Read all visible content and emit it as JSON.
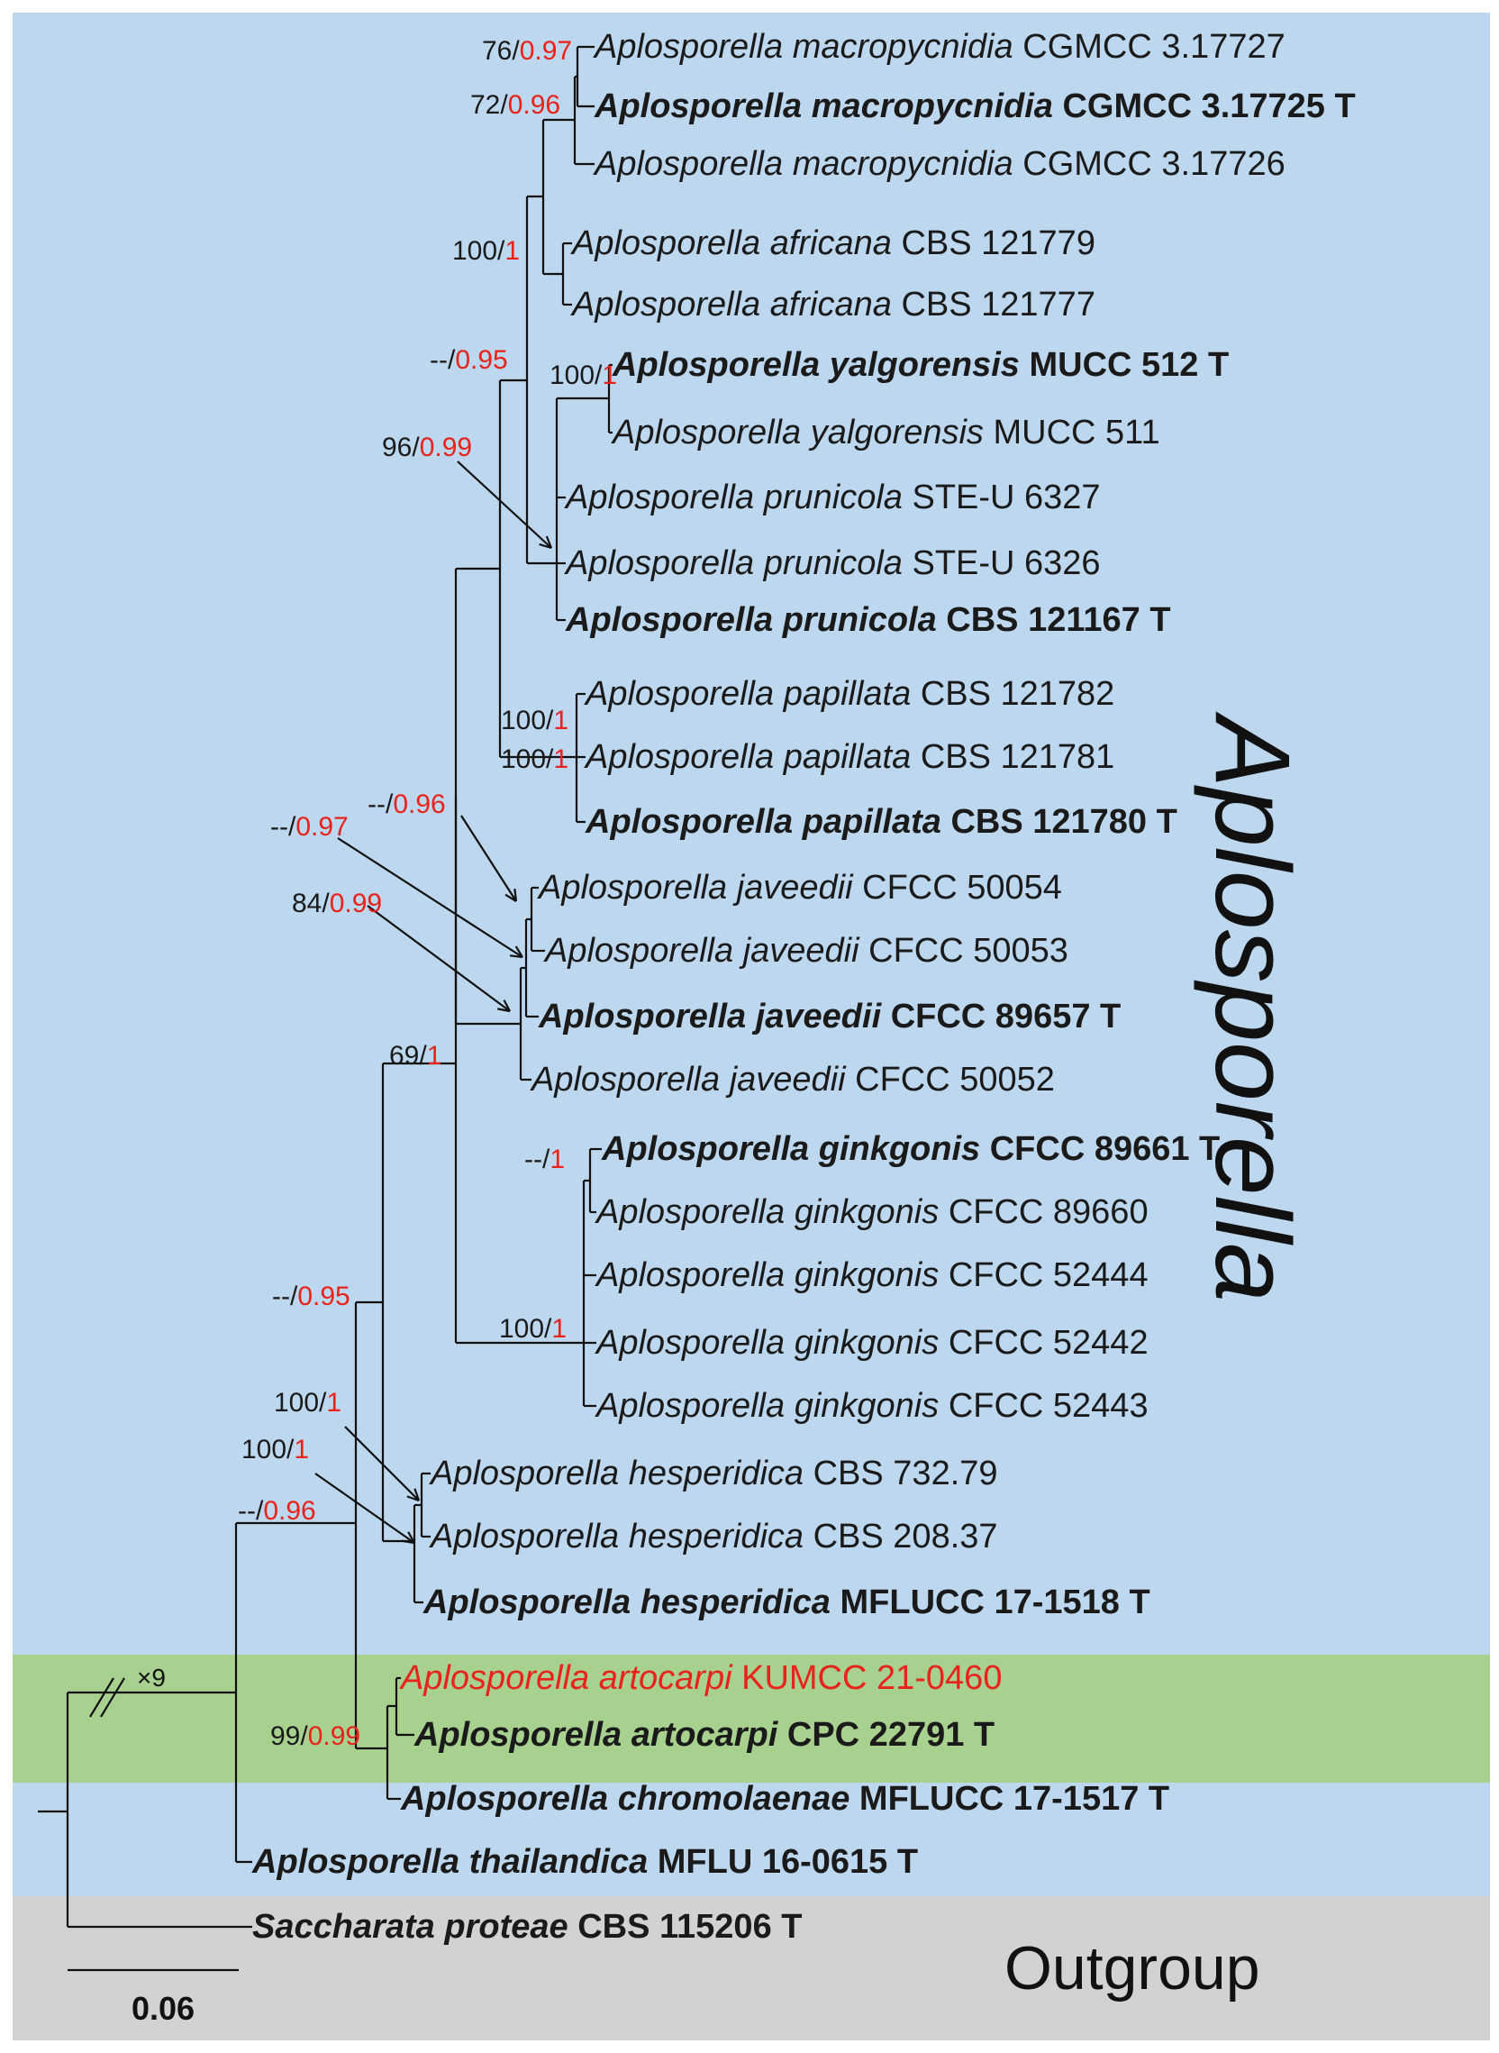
{
  "colors": {
    "ingroup_band": "#bcd7ee",
    "highlight_band": "#a8d18f",
    "outgroup_band": "#d2d2d2",
    "branch": "#111111",
    "bayesian": "#e8231c"
  },
  "clade_label": "Aplosporella",
  "outgroup_label": "Outgroup",
  "scale_bar": {
    "label": "0.06"
  },
  "long_branch_marker": "×9",
  "taxa": [
    {
      "genus": "Aplosporella",
      "species": "macropycnidia",
      "strain": "CGMCC 3.17727",
      "type": false,
      "highlight": false
    },
    {
      "genus": "Aplosporella",
      "species": "macropycnidia",
      "strain": "CGMCC 3.17725 T",
      "type": true,
      "highlight": false
    },
    {
      "genus": "Aplosporella",
      "species": "macropycnidia",
      "strain": "CGMCC 3.17726",
      "type": false,
      "highlight": false
    },
    {
      "genus": "Aplosporella",
      "species": "africana",
      "strain": "CBS 121779",
      "type": false,
      "highlight": false
    },
    {
      "genus": "Aplosporella",
      "species": "africana",
      "strain": "CBS 121777",
      "type": false,
      "highlight": false
    },
    {
      "genus": "Aplosporella",
      "species": "yalgorensis",
      "strain": "MUCC 512 T",
      "type": true,
      "highlight": false
    },
    {
      "genus": "Aplosporella",
      "species": "yalgorensis",
      "strain": "MUCC 511",
      "type": false,
      "highlight": false
    },
    {
      "genus": "Aplosporella",
      "species": "prunicola",
      "strain": "STE-U 6327",
      "type": false,
      "highlight": false
    },
    {
      "genus": "Aplosporella",
      "species": "prunicola",
      "strain": "STE-U 6326",
      "type": false,
      "highlight": false
    },
    {
      "genus": "Aplosporella",
      "species": "prunicola",
      "strain": "CBS 121167 T",
      "type": true,
      "highlight": false
    },
    {
      "genus": "Aplosporella",
      "species": "papillata",
      "strain": "CBS 121782",
      "type": false,
      "highlight": false
    },
    {
      "genus": "Aplosporella",
      "species": "papillata",
      "strain": "CBS 121781",
      "type": false,
      "highlight": false
    },
    {
      "genus": "Aplosporella",
      "species": "papillata",
      "strain": "CBS 121780 T",
      "type": true,
      "highlight": false
    },
    {
      "genus": "Aplosporella",
      "species": "javeedii",
      "strain": "CFCC 50054",
      "type": false,
      "highlight": false
    },
    {
      "genus": "Aplosporella",
      "species": "javeedii",
      "strain": "CFCC 50053",
      "type": false,
      "highlight": false
    },
    {
      "genus": "Aplosporella",
      "species": "javeedii",
      "strain": "CFCC 89657 T",
      "type": true,
      "highlight": false
    },
    {
      "genus": "Aplosporella",
      "species": "javeedii",
      "strain": "CFCC 50052",
      "type": false,
      "highlight": false
    },
    {
      "genus": "Aplosporella",
      "species": "ginkgonis",
      "strain": "CFCC 89661 T",
      "type": true,
      "highlight": false
    },
    {
      "genus": "Aplosporella",
      "species": "ginkgonis",
      "strain": "CFCC 89660",
      "type": false,
      "highlight": false
    },
    {
      "genus": "Aplosporella",
      "species": "ginkgonis",
      "strain": "CFCC 52444",
      "type": false,
      "highlight": false
    },
    {
      "genus": "Aplosporella",
      "species": "ginkgonis",
      "strain": "CFCC 52442",
      "type": false,
      "highlight": false
    },
    {
      "genus": "Aplosporella",
      "species": "ginkgonis",
      "strain": "CFCC 52443",
      "type": false,
      "highlight": false
    },
    {
      "genus": "Aplosporella",
      "species": "hesperidica",
      "strain": "CBS 732.79",
      "type": false,
      "highlight": false
    },
    {
      "genus": "Aplosporella",
      "species": "hesperidica",
      "strain": "CBS 208.37",
      "type": false,
      "highlight": false
    },
    {
      "genus": "Aplosporella",
      "species": "hesperidica",
      "strain": "MFLUCC 17-1518 T",
      "type": true,
      "highlight": false
    },
    {
      "genus": "Aplosporella",
      "species": "artocarpi",
      "strain": " KUMCC 21-0460",
      "type": false,
      "highlight": true
    },
    {
      "genus": "Aplosporella",
      "species": "artocarpi",
      "strain": "CPC 22791 T",
      "type": true,
      "highlight": false
    },
    {
      "genus": "Aplosporella",
      "species": "chromolaenae",
      "strain": "MFLUCC 17-1517 T",
      "type": true,
      "highlight": false
    },
    {
      "genus": "Aplosporella",
      "species": "thailandica",
      "strain": "MFLU 16-0615 T",
      "type": true,
      "highlight": false
    },
    {
      "genus": "Saccharata",
      "species": "proteae",
      "strain": "CBS 115206 T",
      "type": true,
      "highlight": false
    }
  ],
  "supports": [
    {
      "ml": "76/",
      "bi": "0.97"
    },
    {
      "ml": "72/",
      "bi": "0.96"
    },
    {
      "ml": "100/",
      "bi": "1"
    },
    {
      "ml": "--/",
      "bi": "0.95"
    },
    {
      "ml": "100/",
      "bi": "1"
    },
    {
      "ml": "96/",
      "bi": "0.99"
    },
    {
      "ml": "100/",
      "bi": "1"
    },
    {
      "ml": "100/",
      "bi": "1"
    },
    {
      "ml": "--/",
      "bi": "0.96"
    },
    {
      "ml": "--/",
      "bi": "0.97"
    },
    {
      "ml": "84/",
      "bi": "0.99"
    },
    {
      "ml": "69/",
      "bi": "1"
    },
    {
      "ml": "--/",
      "bi": "1"
    },
    {
      "ml": "100/",
      "bi": "1"
    },
    {
      "ml": "--/",
      "bi": "0.95"
    },
    {
      "ml": "100/",
      "bi": "1"
    },
    {
      "ml": "100/",
      "bi": "1"
    },
    {
      "ml": "--/",
      "bi": "0.96"
    },
    {
      "ml": "99/",
      "bi": "0.99"
    }
  ]
}
